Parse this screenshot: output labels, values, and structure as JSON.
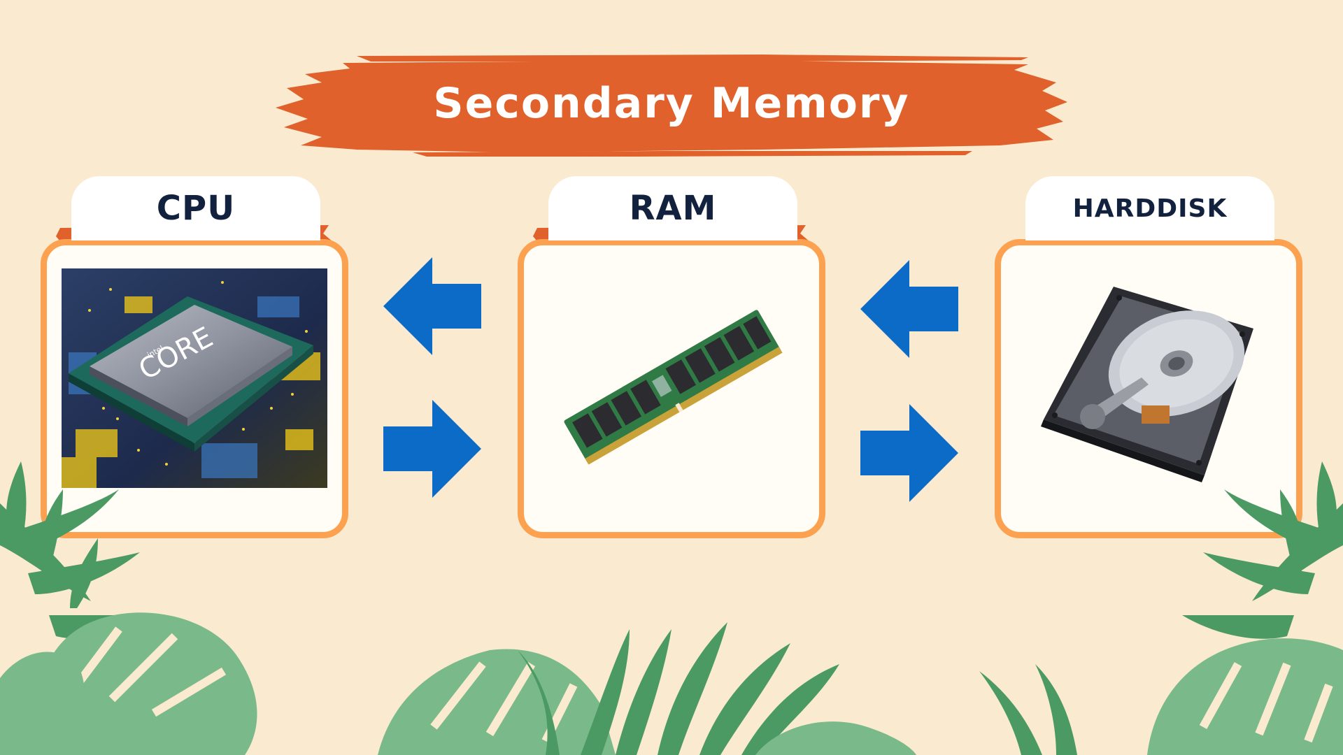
{
  "title": "Secondary Memory",
  "colors": {
    "background": "#faebd0",
    "banner": "#e0612b",
    "frame": "#fba14f",
    "arrow": "#0c6bc6",
    "leaf_dark": "#4c9a63",
    "leaf_light": "#7ab98a",
    "label_text": "#12213e"
  },
  "cards": [
    {
      "label": "CPU",
      "image": "cpu-chip-illustration"
    },
    {
      "label": "RAM",
      "image": "ram-module-illustration"
    },
    {
      "label": "HARDDISK",
      "image": "hard-disk-illustration"
    }
  ],
  "arrows": [
    {
      "direction": "left",
      "between": [
        "CPU",
        "RAM"
      ]
    },
    {
      "direction": "right",
      "between": [
        "CPU",
        "RAM"
      ]
    },
    {
      "direction": "left",
      "between": [
        "RAM",
        "HARDDISK"
      ]
    },
    {
      "direction": "right",
      "between": [
        "RAM",
        "HARDDISK"
      ]
    }
  ]
}
